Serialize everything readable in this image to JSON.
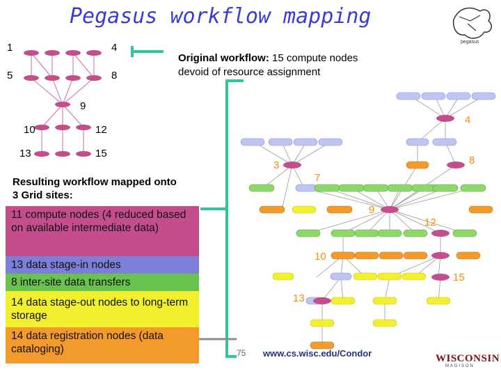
{
  "title": "Pegasus workflow mapping",
  "original_caption": {
    "line1": "Original workflow:  15 compute nodes",
    "line2": "devoid of resource assignment"
  },
  "left_graph_numbers": [
    "1",
    "4",
    "5",
    "8",
    "9",
    "10",
    "12",
    "13",
    "15"
  ],
  "resulting": {
    "heading1": "Resulting workflow mapped onto",
    "heading2": "3 Grid sites:",
    "bands": [
      {
        "text": "11 compute nodes (4 reduced based on available intermediate data)",
        "color": "#c44d8c"
      },
      {
        "text": "13 data stage-in nodes",
        "color": "#7b7fd8"
      },
      {
        "text": "8 inter-site data transfers",
        "color": "#6ac24e"
      },
      {
        "text": "14 data stage-out nodes to long-term storage",
        "color": "#f2ef2e"
      },
      {
        "text": "14 data registration nodes (data cataloging)",
        "color": "#f39a2c"
      }
    ]
  },
  "right_graph_numbers": [
    "4",
    "3",
    "8",
    "7",
    "9",
    "12",
    "10",
    "15",
    "13"
  ],
  "footer": {
    "url": "www.cs.wisc.edu/Condor",
    "page": "75",
    "logo": "WISCONSIN",
    "logo_sub": "MADISON",
    "pegasus_logo": "pegasus"
  },
  "colors": {
    "title": "#3b3bd6",
    "compute_node": "#c44d8c",
    "stage_in": "#7b7fd8",
    "inter_site": "#6ac24e",
    "stage_out": "#f2ef2e",
    "registration": "#f39a2c",
    "bracket": "#2ec4a0"
  }
}
